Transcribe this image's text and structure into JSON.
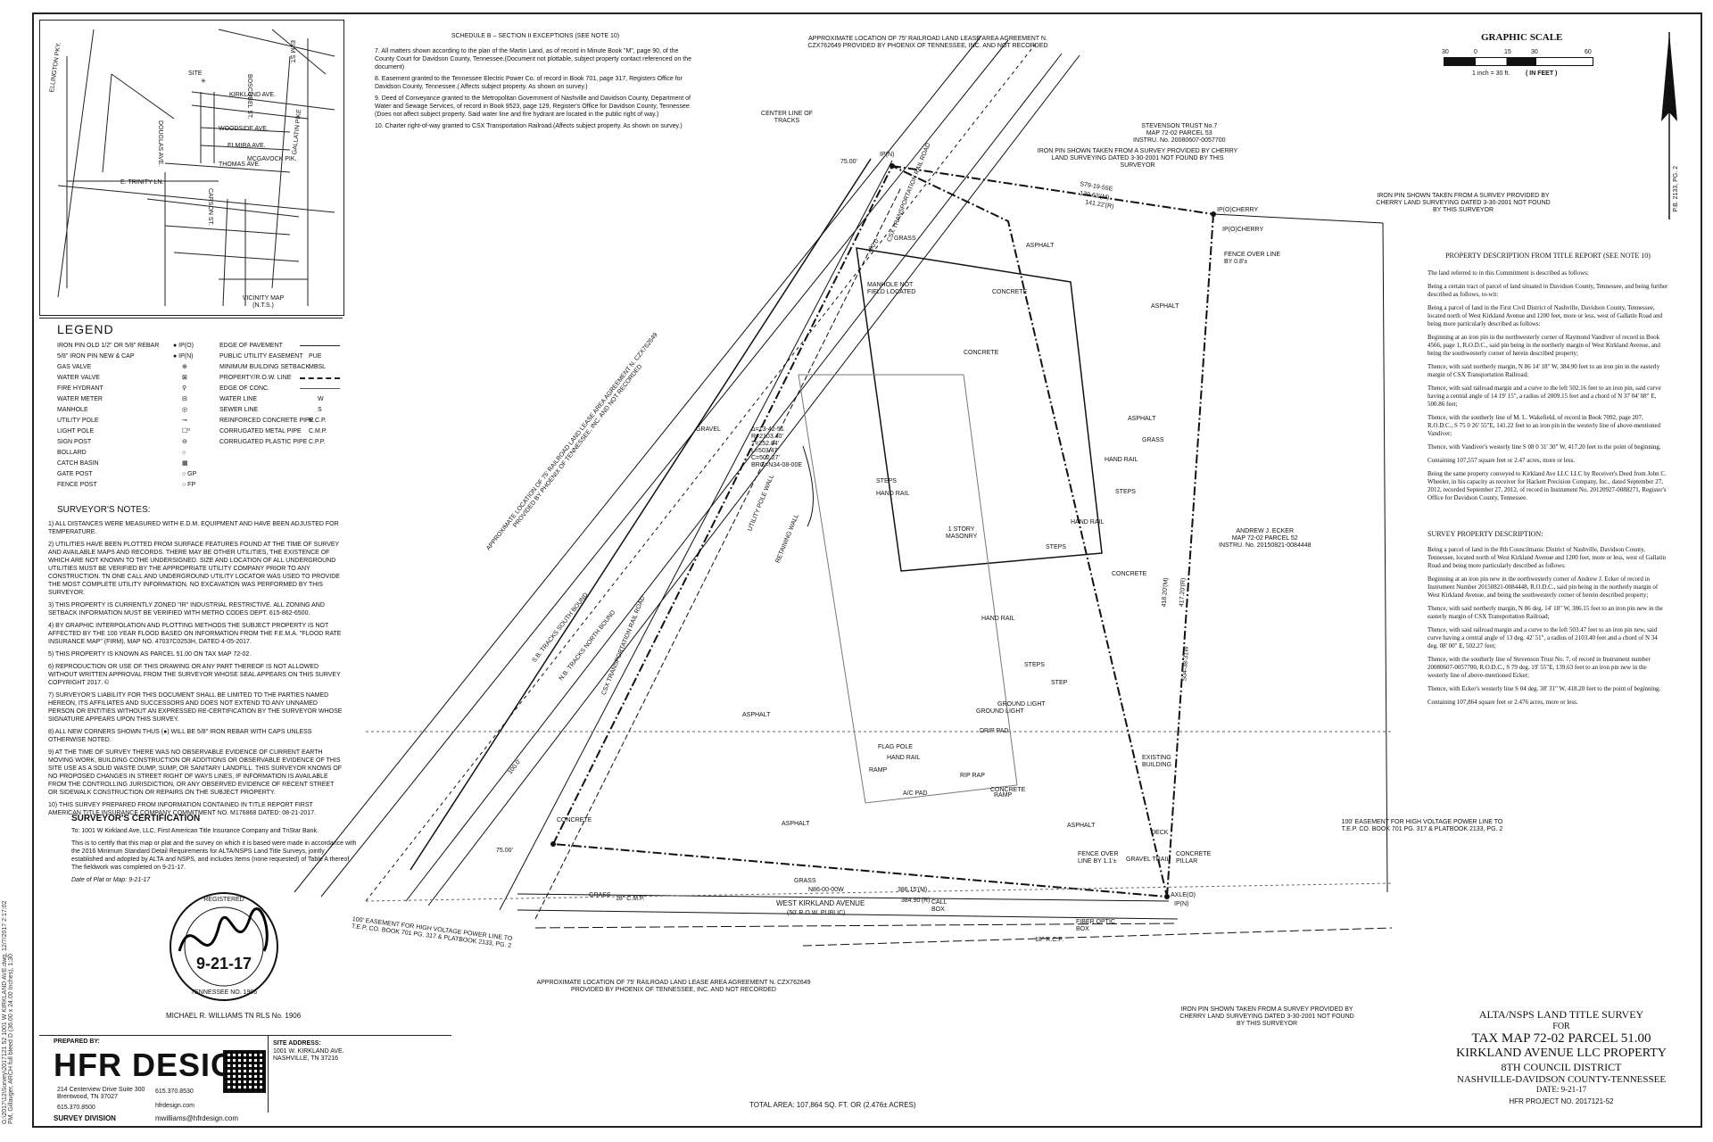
{
  "side_strip": "G:\\2017\\12\\Survey\\2017121 52 1001 W KIRKLAND AVE.dwg, 12/7/2017 2:17:02 PM, Gillavger, ARCH full bleed D (36.00 x 24.00 Inches), 1:30",
  "vicinity": {
    "title": "VICINITY MAP",
    "scale": "(N.T.S.)",
    "site": "SITE",
    "roads": [
      "ELLINGTON PKY.",
      "KIRKLAND AVE.",
      "DOUGLAS AVE.",
      "WOODSIDE AVE.",
      "CARSON ST.",
      "ELMIRA AVE.",
      "THOMAS AVE.",
      "MCGAVOCK PIK.",
      "E. TRINITY LN.",
      "GALLATIN PIKE",
      "BOSCOBEL ST.",
      "ELM ST."
    ]
  },
  "schedule_b": {
    "title": "SCHEDULE B – SECTION II EXCEPTIONS (SEE NOTE 10)",
    "items": [
      "7. All matters shown according to the plan of the Martin Land, as of record in Minute Book \"M\", page 90, of the County Court for Davidson County, Tennessee.(Document not plottable, subject property contact referenced on the document)",
      "8. Easement granted to the Tennessee Electric Power Co. of record in Book 701, page 317, Registers Office for Davidson County, Tennessee.( Affects subject property. As shown on survey.)",
      "9. Deed of Conveyance granted to the Metropolitan Government of Nashville and Davidson County, Department of Water and Sewage Services, of record in Book 9523, page 129, Register's Office for Davidson County, Tennessee. (Does not affect subject property. Said water line and fire hydrant are located in the public right of way.)",
      "10. Charter right-of-way granted to CSX Transportation Railroad.(Affects subject property. As shown on survey.)"
    ]
  },
  "legend": {
    "title": "LEGEND",
    "left_items": [
      {
        "label": "IRON PIN OLD 1/2\" OR 5/8\" REBAR",
        "sym": "● IP(O)"
      },
      {
        "label": "5/8\" IRON PIN NEW & CAP",
        "sym": "● IP(N)"
      },
      {
        "label": "GAS VALVE",
        "sym": "⊕"
      },
      {
        "label": "WATER VALVE",
        "sym": "⊠"
      },
      {
        "label": "FIRE HYDRANT",
        "sym": "⚲"
      },
      {
        "label": "WATER METER",
        "sym": "⊟"
      },
      {
        "label": "MANHOLE",
        "sym": "◎"
      },
      {
        "label": "UTILITY POLE",
        "sym": "⊸"
      },
      {
        "label": "LIGHT POLE",
        "sym": "☐⁰"
      },
      {
        "label": "SIGN POST",
        "sym": "⊖"
      },
      {
        "label": "BOLLARD",
        "sym": "○"
      },
      {
        "label": "CATCH BASIN",
        "sym": "▦"
      },
      {
        "label": "GATE POST",
        "sym": "○ GP"
      },
      {
        "label": "FENCE POST",
        "sym": "○ FP"
      }
    ],
    "right_items": [
      {
        "label": "EDGE OF PAVEMENT",
        "sym": ""
      },
      {
        "label": "PUBLIC UTILITY EASEMENT",
        "sym": "PUE"
      },
      {
        "label": "MINIMUM BUILDING SETBACK",
        "sym": "MBSL"
      },
      {
        "label": "PROPERTY/R.O.W. LINE",
        "sym": ""
      },
      {
        "label": "EDGE OF CONC.",
        "sym": ""
      },
      {
        "label": "WATER LINE",
        "sym": "W"
      },
      {
        "label": "SEWER LINE",
        "sym": "S"
      },
      {
        "label": "REINFORCED CONCRETE PIPE",
        "sym": "R.C.P."
      },
      {
        "label": "CORRUGATED METAL PIPE",
        "sym": "C.M.P."
      },
      {
        "label": "CORRUGATED PLASTIC PIPE",
        "sym": "C.P.P."
      }
    ]
  },
  "surveyor_notes": {
    "title": "SURVEYOR'S NOTES:",
    "items": [
      "1) ALL DISTANCES WERE MEASURED WITH E.D.M. EQUIPMENT AND HAVE BEEN ADJUSTED FOR TEMPERATURE.",
      "2) UTILITIES HAVE BEEN PLOTTED FROM SURFACE FEATURES FOUND AT THE TIME OF SURVEY AND AVAILABLE MAPS AND RECORDS. THERE MAY BE OTHER UTILITIES, THE EXISTENCE OF WHICH ARE NOT KNOWN TO THE UNDERSIGNED. SIZE AND LOCATION OF ALL UNDERGROUND UTILITIES MUST BE VERIFIED BY THE APPROPRIATE UTILITY COMPANY PRIOR TO ANY CONSTRUCTION. TN ONE CALL AND UNDERGROUND UTILITY LOCATOR WAS USED TO PROVIDE THE MOST COMPLETE UTILITY INFORMATION. NO EXCAVATION WAS PERFORMED BY THIS SURVEYOR.",
      "3) THIS PROPERTY IS CURRENTLY ZONED \"IR\" INDUSTRIAL RESTRICTIVE. ALL ZONING AND SETBACK INFORMATION MUST BE VERIFIED WITH METRO CODES DEPT. 615-862-6500.",
      "4) BY GRAPHIC INTERPOLATION AND PLOTTING METHODS THE SUBJECT PROPERTY IS NOT AFFECTED BY THE 100 YEAR FLOOD BASED ON INFORMATION FROM THE F.E.M.A. \"FLOOD RATE INSURANCE MAP\" (FIRM), MAP NO. 47037C0253H, DATED 4-05-2017.",
      "5) THIS PROPERTY IS KNOWN AS PARCEL 51.00 ON TAX MAP 72-02.",
      "6) REPRODUCTION OR USE OF THIS DRAWING OR ANY PART THEREOF IS NOT ALLOWED WITHOUT WRITTEN APPROVAL FROM THE SURVEYOR WHOSE SEAL APPEARS ON THIS SURVEY COPYRIGHT 2017. ©",
      "7) SURVEYOR'S LIABILITY FOR THIS DOCUMENT SHALL BE LIMITED TO THE PARTIES NAMED HEREON, ITS AFFILIATES AND SUCCESSORS AND DOES NOT EXTEND TO ANY UNNAMED PERSON OR ENTITIES WITHOUT AN EXPRESSED RE-CERTIFICATION BY THE SURVEYOR WHOSE SIGNATURE APPEARS UPON THIS SURVEY.",
      "8) ALL NEW CORNERS SHOWN THUS (●) WILL BE 5/8\" IRON REBAR WITH CAPS UNLESS OTHERWISE NOTED.",
      "9) AT THE TIME OF SURVEY THERE WAS NO OBSERVABLE EVIDENCE OF CURRENT EARTH MOVING WORK, BUILDING CONSTRUCTION OR ADDITIONS OR OBSERVABLE EVIDENCE OF THIS SITE USE AS A SOLID WASTE DUMP, SUMP, OR SANITARY LANDFILL. THIS SURVEYOR KNOWS OF NO PROPOSED CHANGES IN STREET RIGHT OF WAYS LINES, IF INFORMATION IS AVAILABLE FROM THE CONTROLLING JURISDICTION, OR ANY OBSERVED EVIDENCE OF RECENT STREET OR SIDEWALK CONSTRUCTION OR REPAIRS ON THE SUBJECT PROPERTY.",
      "10) THIS SURVEY PREPARED FROM INFORMATION CONTAINED IN TITLE REPORT FIRST AMERICAN TITLE INSURANCE COMPANY COMMITMENT NO. M176868 DATED: 08-21-2017."
    ]
  },
  "certification": {
    "title": "SURVEYOR'S CERTIFICATION",
    "to": "To: 1001 W Kirkland Ave, LLC, First American Title Insurance Company and TriStar Bank.",
    "body": "This is to certify that this map or plat and the survey on which it is based were made in accordance with the 2016 Minimum Standard Detail Requirements for ALTA/NSPS Land Title Surveys, jointly established and adopted by ALTA and NSPS, and includes Items (none requested) of Table A thereof. The fieldwork was completed on 9-21-17.",
    "date": "Date of Plat or Map: 9-21-17",
    "signer": "MICHAEL R. WILLIAMS TN RLS No. 1906",
    "seal_date": "9-21-17",
    "seal_ring_top": "REGISTERED",
    "seal_ring_bottom": "TENNESSEE NO. 1906"
  },
  "prepared_by": {
    "label": "PREPARED BY:",
    "company": "HFR DESIGN",
    "address1": "214 Centerview Drive Suite 300",
    "address2": "Brentwood, TN 37027",
    "phone1": "615.370.8500",
    "phone2": "615.370.8530",
    "web": "hfrdesign.com",
    "division": "SURVEY DIVISION",
    "email": "mwilliams@hfrdesign.com"
  },
  "site_address": {
    "label": "SITE ADDRESS:",
    "line1": "1001 W. KIRKLAND AVE.",
    "line2": "NASHVILLE, TN 37216"
  },
  "total_area": "TOTAL AREA: 107,864 SQ. FT. OR (2.476± ACRES)",
  "graphic_scale": {
    "title": "GRAPHIC SCALE",
    "ticks": [
      "30",
      "0",
      "15",
      "30",
      "60"
    ],
    "unit": "( IN FEET )",
    "ratio": "1 inch = 30  ft."
  },
  "north": "P.B. 2133, PG. 2",
  "title_block": {
    "line1": "ALTA/NSPS LAND TITLE SURVEY",
    "line2": "FOR",
    "line3": "TAX MAP 72-02 PARCEL 51.00",
    "line4": "KIRKLAND AVENUE LLC PROPERTY",
    "line5": "8TH COUNCIL    DISTRICT",
    "line6": "NASHVILLE-DAVIDSON COUNTY-TENNESSEE",
    "date": "DATE: 9-21-17",
    "project": "HFR PROJECT NO. 2017121-52"
  },
  "property_description": {
    "title": "PROPERTY DESCRIPTION FROM TITLE REPORT (SEE NOTE 10)",
    "paras": [
      "The land referred to in this Commitment is described as follows:",
      "Being a certain tract of parcel of land situated in Davidson County, Tennessee, and being further described as follows, to-wit:",
      "Being a parcel of land in the First Civil District of Nashville, Davidson County, Tennessee, located north of West Kirkland Avenue and 1200 feet, more or less, west of Gallatin Road and being more particularly described as follows:",
      "Beginning at an iron pin in the northwesterly corner of Raymond Vandiver of record in Book 4566, page 1, R.O.D.C., said pin being in the northerly margin of West Kirkland Avenue, and being the southwesterly corner of herein described property;",
      "Thence, with said northerly margin, N 86 14' 18\" W, 384.90 feet to an iron pin in the easterly margin of CSX Transportation Railroad;",
      "Thence, with said railroad margin and a curve to the left 502.16 feet to an iron pin, said curve having a central angle of 14 19' 15\", a radius of 2009.15 feet and a chord of N 37 04' 08\" E, 500.86 feet;",
      "Thence, with the southerly line of M. L. Wakefield, of record in Book 7092, page 207, R.O.D.C., S 75 0 26' 55\"E, 141.22 feet to an iron pin in the westerly line of above-mentioned Vandiver;",
      "Thence, with Vandiver's westerly line S 08 0 31' 30\" W, 417.20 feet to the point of beginning.",
      "Containing 107,557 square feet or 2.47 acres, more or less.",
      "Being the same property conveyed to Kirkland Ave LLC LLC by Receiver's Deed from John C. Wheeler, in his capacity as receiver for Hackett Precision Company, Inc., dated September 27, 2012, recorded September 27, 2012, of record in Instrument No. 20120927-0088271, Register's Office for Davidson County, Tennessee."
    ]
  },
  "survey_description": {
    "title": "SURVEY PROPERTY DESCRIPTION:",
    "paras": [
      "Being a parcel of land in the 8th Councilmanic District of Nashville, Davidson County, Tennessee, located north of West Kirkland Avenue and 1200 feet, more or less, west of Gallatin Road and being more particularly described as follows:",
      "Beginning at an iron pin new in the northwesterly corner of Andrew J. Ecker of record in Instrument Number 20150821-0084448, R.O.D.C., said pin being in the northerly margin of West Kirkland Avenue, and being the southwesterly corner of herein described property;",
      "Thence, with said northerly margin, N 86 deg. 14' 18\" W, 386.15 feet to an iron pin new in the easterly margin of CSX Transportation Railroad;",
      "Thence, with said railroad margin and a curve to the left 503.47 feet to an iron pin new, said curve having a central angle of 13 deg. 42' 51\", a radius of 2103.40 feet and a chord of N 34 deg. 08' 00\" E, 502.27 feet;",
      "Thence, with the southerly line of Stevenson Trust No. 7, of record in Instrument number 20080607-0057700, R.O.D.C., S 79 deg. 19' 55\"E, 139.63 feet to an iron pin new in the westerly line of above-mentioned Ecker;",
      "Thence, with Ecker's westerly line S 04 deg. 38' 31\" W, 418.20 feet to the point of beginning.",
      "Containing 107,864 square feet or 2.476 acres, more or less."
    ]
  },
  "plan": {
    "lease_top": "APPROXIMATE LOCATION OF 75' RAILROAD LAND LEASE AREA AGREEMENT N. CZX762649 PROVIDED BY PHOENIX OF TENNESSEE, INC. AND NOT RECORDED",
    "lease_bottom": "APPROXIMATE LOCATION OF 75' RAILROAD LAND LEASE AREA AGREEMENT N. CZX762649 PROVIDED BY PHOENIX OF TENNESSEE, INC. AND NOT RECORDED",
    "lease_mid": "APPROXIMATE LOCATION OF 75' RAILROAD LAND LEASE AREA AGREEMENT N. CZX762649 PROVIDED BY PHOENIX OF TENNESSEE, INC. AND NOT RECORDED",
    "centerline": "CENTER LINE OF TRACKS",
    "csx_top": "CSX TRANSPORTATION RAIL ROAD",
    "csx_bottom": "CSX TRANSPORTATION RAIL ROAD",
    "stevenson": "STEVENSON TRUST No.7\nMAP 72-02 PARCEL 53\nINSTRU. No. 20080607-0057700",
    "iron_pin_top": "IRON PIN SHOWN TAKEN FROM A SURVEY PROVIDED BY CHERRY LAND SURVEYING DATED 3-30-2001 NOT FOUND BY THIS SURVEYOR",
    "iron_pin_right": "IRON PIN SHOWN TAKEN FROM A SURVEY PROVIDED BY CHERRY LAND SURVEYING DATED 3-30-2001 NOT FOUND BY THIS SURVEYOR",
    "iron_pin_bottom": "IRON PIN SHOWN TAKEN FROM A SURVEY PROVIDED BY CHERRY LAND SURVEYING DATED 3-30-2001 NOT FOUND BY THIS SURVEYOR",
    "bearing_top": "S79-19-55E",
    "dist_top_m": "139.63'(M)",
    "dist_top_r": "141.22'(R)",
    "ip_cherry1": "IP(O)CHERRY",
    "ip_cherry2": "IP(O)CHERRY",
    "fence_over_top": "FENCE OVER LINE BY 0.8'±",
    "ecker": "ANDREW J. ECKER\nMAP 72-02 PARCEL 52\nINSTRU. No. 20150821-0084448",
    "bearing_right": "S04-38-31W",
    "dist_right_m": "418.20'(M)",
    "dist_right_r": "417.20'(R)",
    "curve": "Δ=13-42-51\nR=2103.40'\nT=252.84'\nL=503.47'\nC=502.27'\nBRG=N34-08-00E",
    "building": "1 STORY\nMASONRY",
    "manhole": "MANHOLE NOT FIELD LOCATED",
    "bearing_bottom": "N86-00-00W",
    "dist_bottom_m": "386.15'(M)",
    "dist_bottom_r": "384.90'(R)",
    "street": "WEST KIRKLAND AVENUE",
    "street_row": "(50' R.O.W. PUBLIC)",
    "easement_left": "100' EASEMENT FOR HIGH VOLTAGE POWER LINE TO T.E.P. CO. BOOK 701 PG. 317 & PLATBOOK 2133, PG. 2",
    "easement_right": "100' EASEMENT FOR HIGH VOLTAGE POWER LINE TO T.E.P. CO. BOOK 701 PG. 317 & PLATBOOK 2133, PG. 2",
    "existing_building": "EXISTING BUILDING",
    "fence_over_bottom": "FENCE OVER LINE BY 1.1'±",
    "fiber": "FIBER OPTIC BOX",
    "call_box": "CALL BOX",
    "concrete_pillar": "CONCRETE PILLAR",
    "axle": "AXLE(O)",
    "deck": "DECK",
    "ip_n_top": "IP(N)",
    "ip_n_right": "IP(N)",
    "d75_top": "75.00'",
    "d75_bottom": "75.00'",
    "d100a": "100.0'",
    "d100b": "100.0'",
    "rcp": "18\" R.C.P.",
    "cmp": "18\" C.M.P.",
    "sb_track": "S.B. TRACKS SOUTH BOUND",
    "nb_track": "N.B. TRACKS NORTH BOUND",
    "labels": [
      "GRASS",
      "GRAVEL",
      "ASPHALT",
      "CONCRETE",
      "CONCRETE",
      "CONCRETE",
      "ASPHALT",
      "ASPHALT",
      "ASPHALT",
      "ASPHALT",
      "ASPHALT",
      "GRASS",
      "GRASS",
      "GRASS",
      "STEPS",
      "STEPS",
      "STEPS",
      "STEPS",
      "HAND RAIL",
      "HAND RAIL",
      "HAND RAIL",
      "HAND RAIL",
      "HAND RAIL",
      "RAMP",
      "RAMP",
      "A/C PAD",
      "FLAG POLE",
      "GROUND LIGHT",
      "GROUND LIGHT",
      "DRIP PAD",
      "STEP",
      "RIP RAP",
      "CONCRETE",
      "CONCRETE",
      "GRAVEL TRAIL",
      "UTILITY POLE WALL",
      "RETAINING WALL"
    ]
  }
}
